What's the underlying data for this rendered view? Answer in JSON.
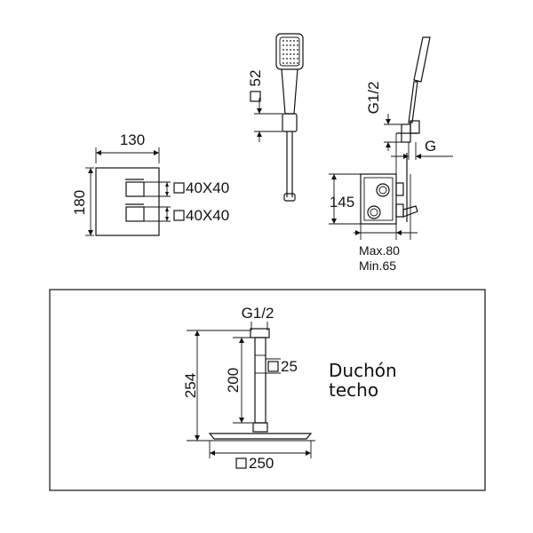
{
  "panel": {
    "width_label": "130",
    "height_label": "180",
    "knob_size_top": "40X40",
    "knob_size_bottom": "40X40"
  },
  "hand_shower": {
    "size_label": "52"
  },
  "side_view": {
    "inlet_label": "G1/2",
    "outlet_label": "G",
    "depth_label": "145",
    "max_label": "Max.80",
    "min_label": "Min.65"
  },
  "ceiling_shower": {
    "inlet_label": "G1/2",
    "total_height_label": "254",
    "arm_length_label": "200",
    "arm_section_label": "25",
    "head_size_label": "250",
    "caption_line1": "Duchón",
    "caption_line2": "techo"
  }
}
